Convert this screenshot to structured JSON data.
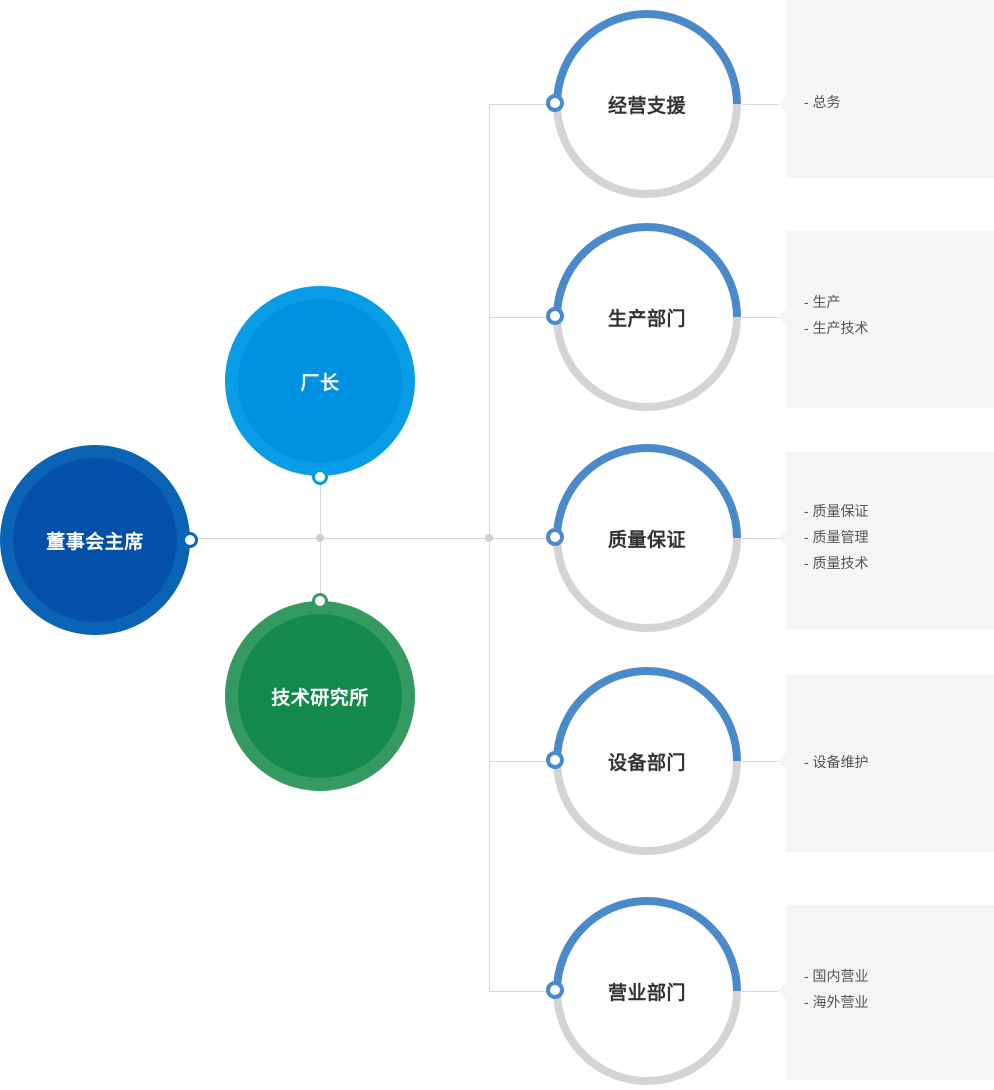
{
  "colors": {
    "chairman_outer": "#0a63b4",
    "chairman_inner": "#0450a8",
    "director_outer": "#089de5",
    "director_inner": "#0091e0",
    "institute_outer": "#359a62",
    "institute_inner": "#138a4b",
    "ring_blue": "#4a8acb",
    "ring_gray": "#d4d4d4",
    "connector": "#d6d6d6",
    "panel_bg": "#f5f5f5"
  },
  "nodes": {
    "chairman": "董事会主席",
    "director": "厂长",
    "institute": "技术研究所"
  },
  "departments": [
    {
      "name": "经营支援",
      "items": [
        "- 总务"
      ]
    },
    {
      "name": "生产部门",
      "items": [
        "- 生产",
        "- 生产技术"
      ]
    },
    {
      "name": "质量保证",
      "items": [
        "- 质量保证",
        "- 质量管理",
        "- 质量技术"
      ]
    },
    {
      "name": "设备部门",
      "items": [
        "- 设备维护"
      ]
    },
    {
      "name": "营业部门",
      "items": [
        "- 国内营业",
        "- 海外营业"
      ]
    }
  ]
}
